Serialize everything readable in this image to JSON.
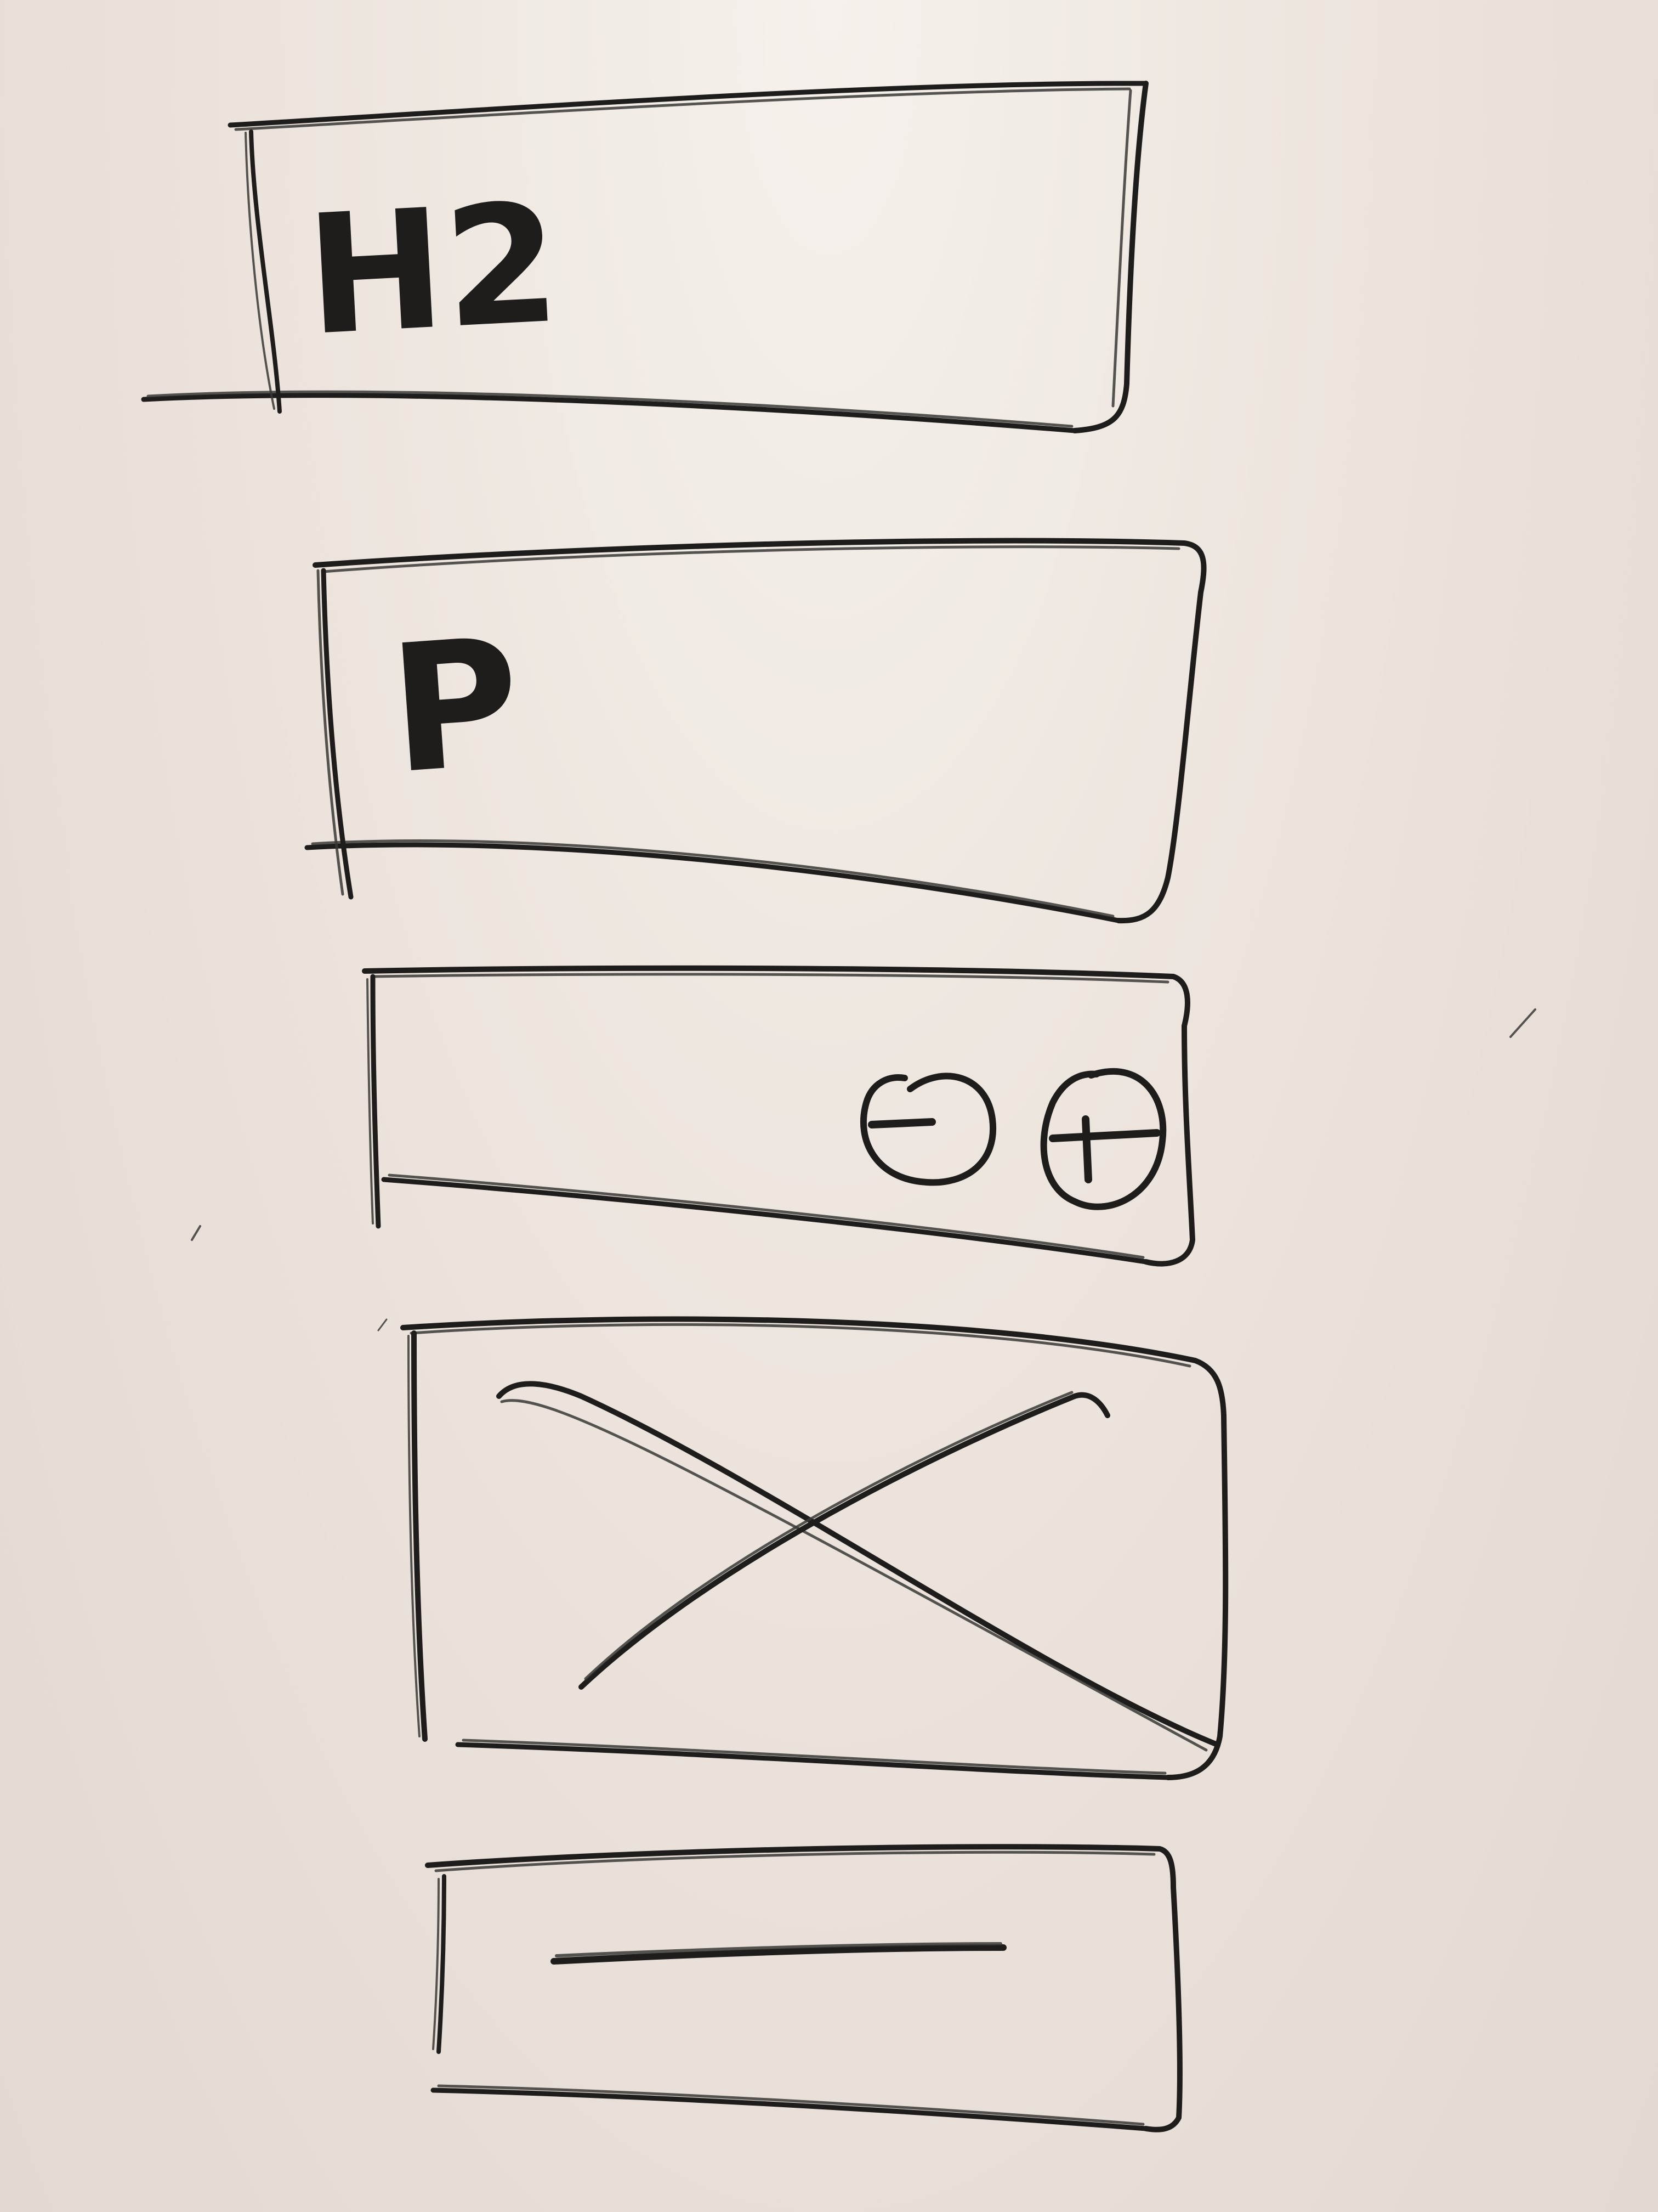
{
  "whiteboard": {
    "ink_color": "#1e1d1c",
    "board_color": "#ece4dd"
  },
  "wireframe": {
    "heading_block": {
      "label": "H2"
    },
    "paragraph_block": {
      "label": "P"
    },
    "stepper_block": {
      "minus_icon": "minus-circle",
      "plus_icon": "plus-circle"
    },
    "image_block": {
      "placeholder_icon": "image-placeholder-x"
    },
    "line_block": {
      "icon": "horizontal-line"
    }
  }
}
